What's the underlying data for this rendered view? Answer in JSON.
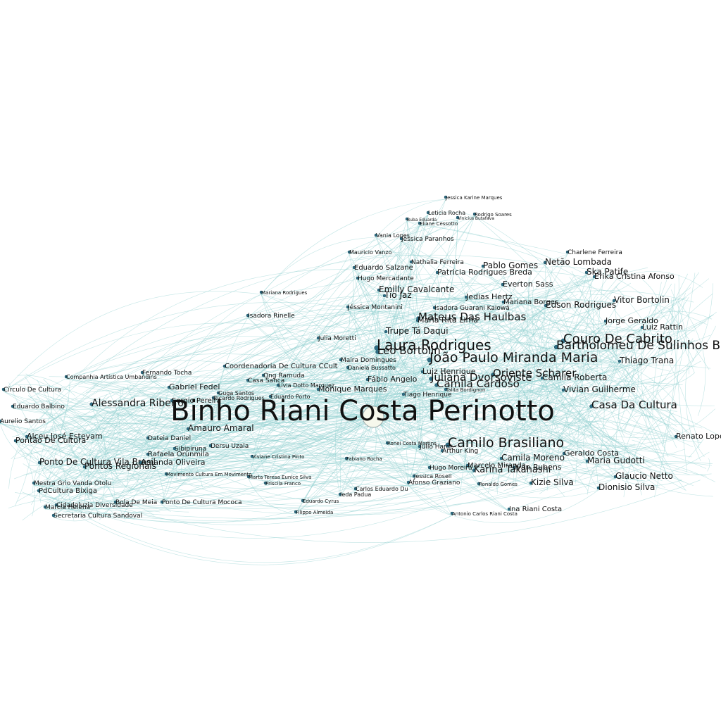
{
  "colors": {
    "edge": "#8fcfcf",
    "node": "#2f6f86",
    "hub": "#f6f8ec",
    "label": "#111111",
    "background": "#ffffff"
  },
  "hub": "Binho Riani Costa Perinotto",
  "labels": [
    "Laura Rodrigues",
    "João Paulo Miranda Maria",
    "Juliana Dvorsoviste",
    "Camila Cardoso",
    "Camilo Brasiliano",
    "Couro De Cabrito",
    "Casa Da Cultura",
    "Alessandra Ribeiro",
    "Bartholomeu De Sulinhos Bar",
    "Pablo Gomes",
    "Netão Lombada",
    "Charlene Ferreira",
    "Ska Patife",
    "Erika Cristina Afonso",
    "Vitor Bortolin",
    "Jorge Geraldo",
    "Luiz Rattin",
    "Everton Sass",
    "Jedias Hertz",
    "Mariana Borges",
    "Eduardo Salzane",
    "Mauricio Vanzo",
    "Hugo Mercadante",
    "Emilly Cavalcante",
    "Tio Jaz",
    "Jéssica Montanini",
    "Julia Moretti",
    "Maira Domingues",
    "Daniela Bussatto",
    "Monique Marques",
    "Fábio Angelo",
    "Tiago Henrique",
    "Luiz Henrique",
    "Talita Bordignon",
    "Ronei Costa Martins",
    "Julio Hardt",
    "Arthur King",
    "Camila Moreno",
    "Hugo Moreira",
    "Marcelo Miranda",
    "Karina Takahashi",
    "Ivan Rubens",
    "Kizie Silva",
    "Geraldo Costa",
    "Maria Gudotti",
    "Glaucio Netto",
    "Dionisio Silva",
    "Afonso Graziano",
    "Jessica Rosell",
    "Carlos Eduardo Du",
    "Ieda Padua",
    "Eduardo Cyrus",
    "Filippo Almeida",
    "Antonio Carlos Riani Costa",
    "Ina Riani Costa",
    "Ronaldo Gomes",
    "Camila Roberta",
    "Thiago Trana",
    "Vivian Guilherme",
    "Renato Lopes",
    "Jessica Karine Marques",
    "Leticia Rocha",
    "Rodrigo Soares",
    "Vinicius Butafava",
    "Buba Eduarda",
    "Eliane Cessotto",
    "Vania Lopes",
    "Jessica Paranhos",
    "Nathalia Ferreira",
    "Patricia Rodrigues Breda",
    "Isadora Guarani Kaiowá",
    "Maria Rita Lima",
    "Mariana Rodrigues",
    "Isadora Rinelle",
    "Coordenadoria De Cultura CCult",
    "Ong Ramuda",
    "Casa Sanca",
    "Livia Dotto Marquez",
    "Guga Santos",
    "Ricardo Rodrigues",
    "Eduardo Porto",
    "Companhia Artística Umbandins",
    "Fernando Tocha",
    "Gabriel Fedel",
    "Círculo De Cultura",
    "Eduardo Balbino",
    "Aurelio Santos",
    "Alceu José Esteyam",
    "Pontão De Cultura",
    "Ponto De Cultura Vila Brasil",
    "Pontos Regionais",
    "Mestra Grio Vanda Otolu",
    "PdCultura Bixiga",
    "Cidadeluzia Diversidade",
    "Marcia Helena",
    "Secretaria Cultura Sandoval",
    "Bola De Meia",
    "Ponto De Cultura Mococa",
    "Movimento Cultura Em Movimento",
    "Marta Teresa Eunice Silva",
    "Priscila Franco",
    "Viviane Cristina Pinto",
    "Fabiano Rocha",
    "Dersu Uzala",
    "Sibipiruna",
    "Amauro Amaral",
    "Dateia Daniel",
    "Rafaela Orunmila",
    "Amanda Oliveira",
    "Trupe Tá Daqui",
    "Leo Bortolin",
    "Sergio Pereira",
    "Edson Rodrigues",
    "Oriente Scharer",
    "Mateus Das Haulbas"
  ]
}
